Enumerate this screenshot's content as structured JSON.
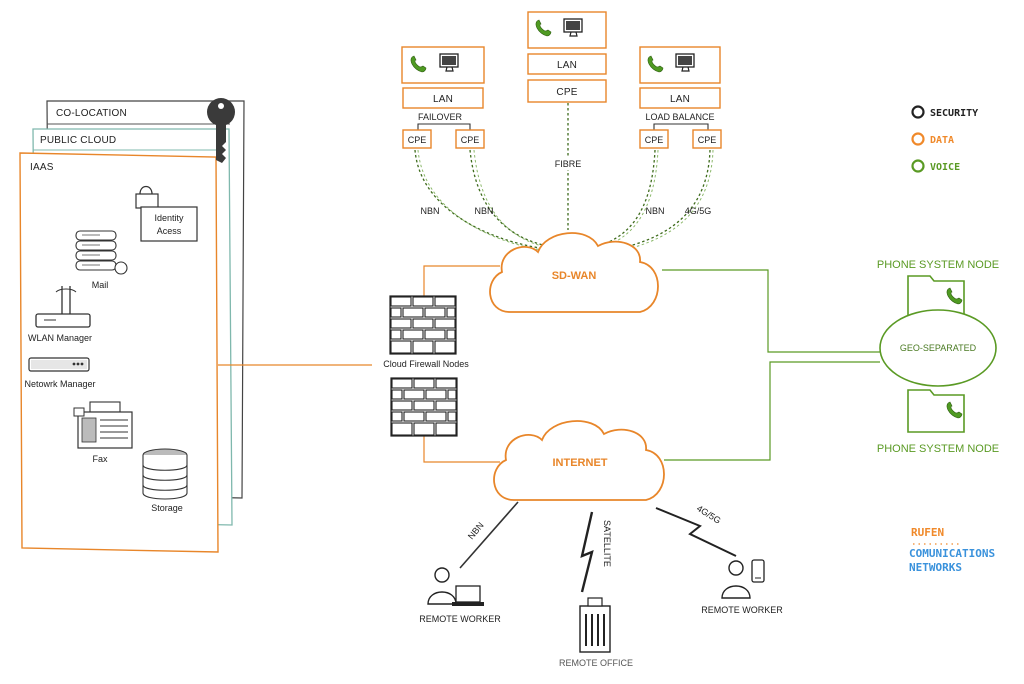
{
  "stack": {
    "colocation": "CO-LOCATION",
    "public_cloud": "PUBLIC CLOUD",
    "iaas": "IAAS"
  },
  "iaas_items": {
    "identity_line1": "Identity",
    "identity_line2": "Acess",
    "mail": "Mail",
    "wlan": "WLAN Manager",
    "network": "Netowrk Manager",
    "fax": "Fax",
    "storage": "Storage"
  },
  "sites": {
    "left_lan": "LAN",
    "left_mode": "FAILOVER",
    "left_cpe_a": "CPE",
    "left_cpe_b": "CPE",
    "left_link_a": "NBN",
    "left_link_b": "NBN",
    "center_lan": "LAN",
    "center_cpe": "CPE",
    "center_link": "FIBRE",
    "right_lan": "LAN",
    "right_mode": "LOAD BALANCE",
    "right_cpe_a": "CPE",
    "right_cpe_b": "CPE",
    "right_link_a": "NBN",
    "right_link_b": "4G/5G"
  },
  "clouds": {
    "sdwan": "SD-WAN",
    "internet": "INTERNET"
  },
  "firewall_label": "Cloud Firewall Nodes",
  "phone": {
    "node_top": "PHONE SYSTEM NODE",
    "geo": "GEO-SEPARATED",
    "node_bottom": "PHONE SYSTEM NODE"
  },
  "remote": {
    "worker_left": "REMOTE WORKER",
    "worker_left_link": "NBN",
    "office": "REMOTE OFFICE",
    "office_link": "SATELLITE",
    "worker_right": "REMOTE WORKER",
    "worker_right_link": "4G/5G"
  },
  "legend": {
    "security": "SECURITY",
    "data": "DATA",
    "voice": "VOICE",
    "colors": {
      "security": "#222222",
      "data": "#f0892a",
      "voice": "#5a9a24"
    }
  },
  "brand": {
    "line1": "RUFEN",
    "line2": "COMUNICATIONS",
    "line3": "NETWORKS"
  }
}
